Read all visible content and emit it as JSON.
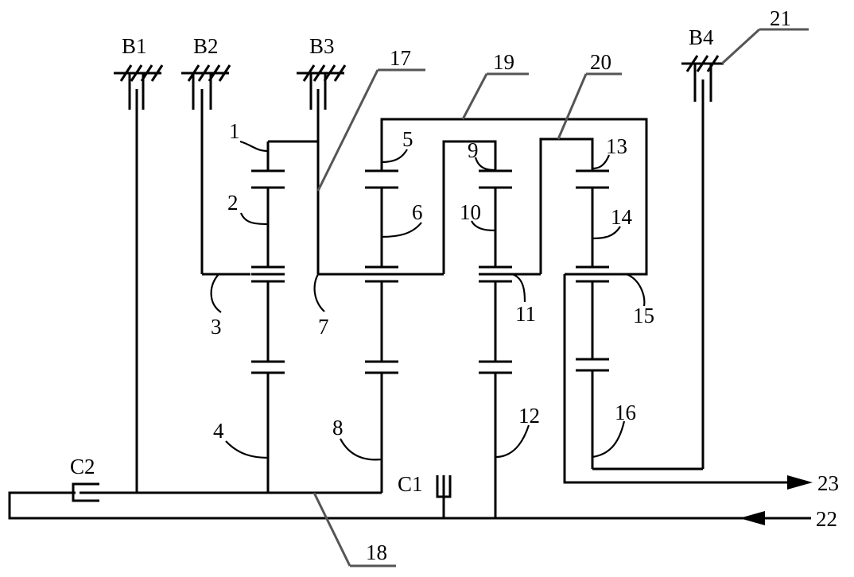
{
  "brakes": {
    "b1": "B1",
    "b2": "B2",
    "b3": "B3",
    "b4": "B4"
  },
  "clutches": {
    "c1": "C1",
    "c2": "C2"
  },
  "numbers": {
    "n1": "1",
    "n2": "2",
    "n3": "3",
    "n4": "4",
    "n5": "5",
    "n6": "6",
    "n7": "7",
    "n8": "8",
    "n9": "9",
    "n10": "10",
    "n11": "11",
    "n12": "12",
    "n13": "13",
    "n14": "14",
    "n15": "15",
    "n16": "16",
    "n17": "17",
    "n18": "18",
    "n19": "19",
    "n20": "20",
    "n21": "21",
    "n22": "22",
    "n23": "23"
  }
}
